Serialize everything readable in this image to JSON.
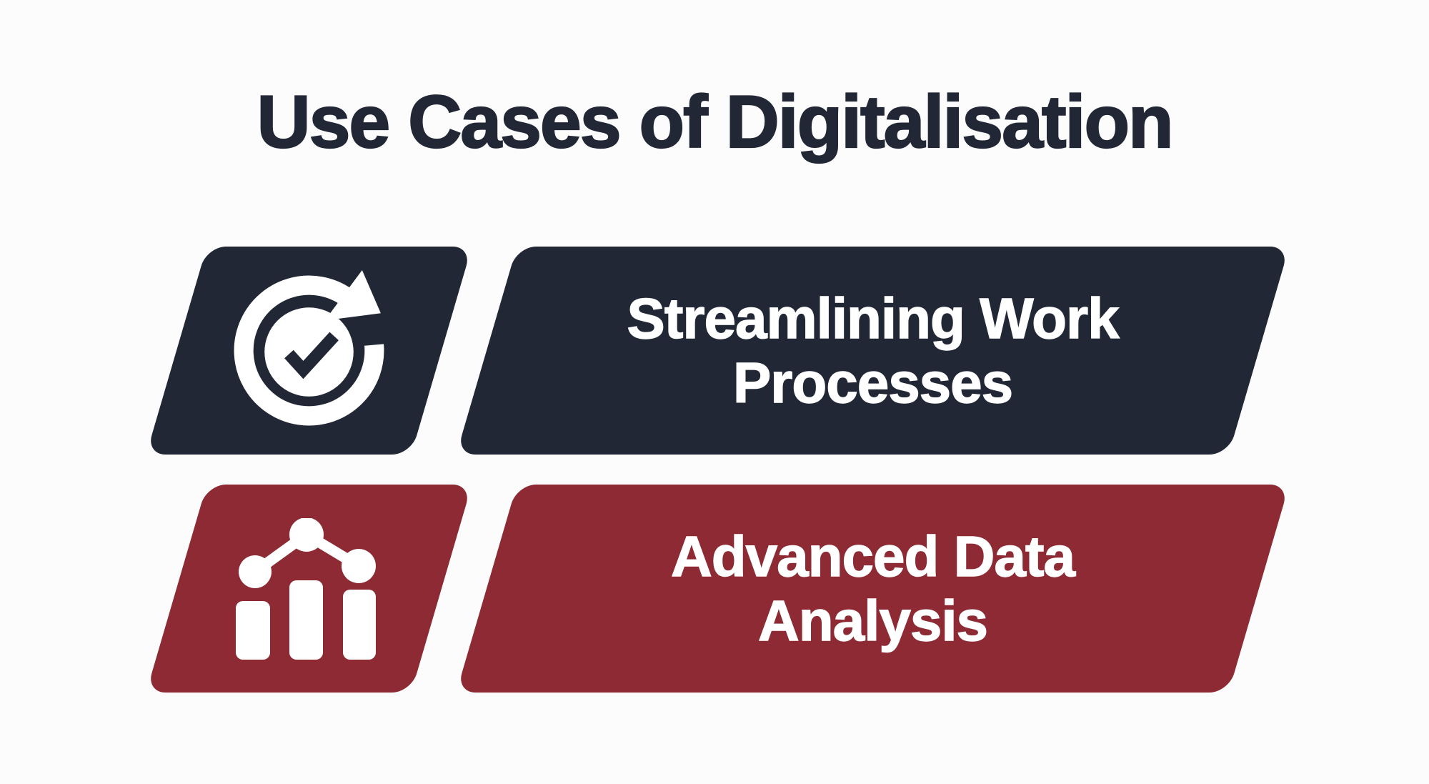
{
  "title": "Use Cases of Digitalisation",
  "colors": {
    "background": "#fcfcfc",
    "dark_navy": "#222736",
    "dark_red": "#8d2a33",
    "text_on_box": "#ffffff"
  },
  "rows": [
    {
      "label": "Streamlining Work\nProcesses",
      "icon": "sync-check-icon",
      "box_color": "#222736"
    },
    {
      "label": "Advanced Data\nAnalysis",
      "icon": "bar-chart-trend-icon",
      "box_color": "#8d2a33"
    }
  ]
}
